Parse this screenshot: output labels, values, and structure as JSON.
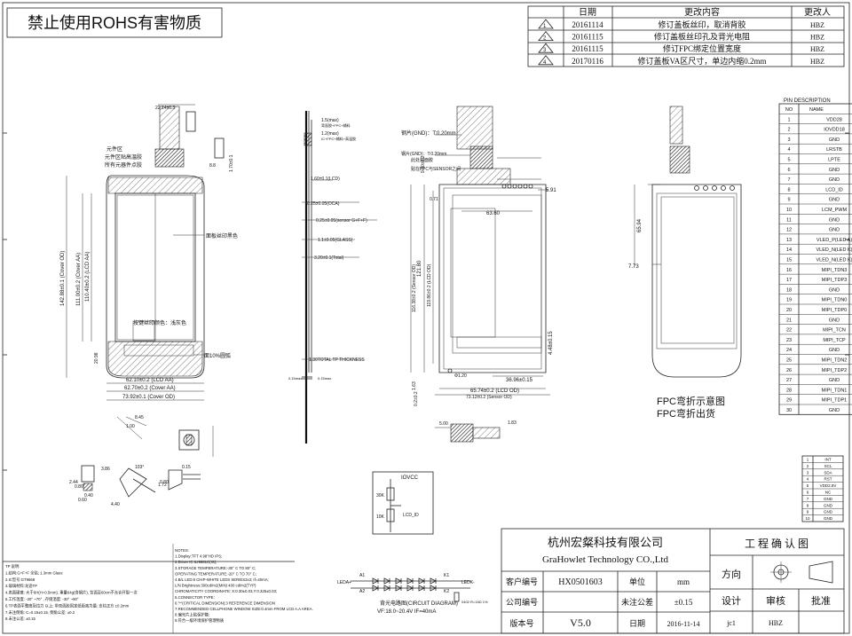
{
  "banner": "禁止使用ROHS有害物质",
  "revision": {
    "headers": [
      "日期",
      "更改内容",
      "更改人"
    ],
    "rows": [
      {
        "no": "1",
        "date": "20161114",
        "content": "修订盖板丝印，取消背胶",
        "by": "HBZ"
      },
      {
        "no": "2",
        "date": "20161115",
        "content": "修订盖板丝印孔及背光电阻",
        "by": "HBZ"
      },
      {
        "no": "3",
        "date": "20161115",
        "content": "修订FPC绑定位置宽度",
        "by": "HBZ"
      },
      {
        "no": "4",
        "date": "20170116",
        "content": "修订盖板VA区尺寸，单边内缩0.2mm",
        "by": "HBZ"
      }
    ]
  },
  "pin_table": {
    "title": "PIN DESCRIPTION",
    "headers": [
      "NO",
      "NAME"
    ],
    "rows": [
      [
        "1",
        "VDD28"
      ],
      [
        "2",
        "IOVDD18"
      ],
      [
        "3",
        "GND"
      ],
      [
        "4",
        "LRSTB"
      ],
      [
        "5",
        "LPTE"
      ],
      [
        "6",
        "GND"
      ],
      [
        "7",
        "GND"
      ],
      [
        "8",
        "LCD_ID"
      ],
      [
        "9",
        "GND"
      ],
      [
        "10",
        "LCM_PWM"
      ],
      [
        "11",
        "GND"
      ],
      [
        "12",
        "GND"
      ],
      [
        "13",
        "VLED_P(LED A)"
      ],
      [
        "14",
        "VLED_N(LED K)"
      ],
      [
        "15",
        "VLED_N(LED K)"
      ],
      [
        "16",
        "MIPI_TDN3"
      ],
      [
        "17",
        "MIPI_TDP3"
      ],
      [
        "18",
        "GND"
      ],
      [
        "19",
        "MIPI_TDN0"
      ],
      [
        "20",
        "MIPI_TDP0"
      ],
      [
        "21",
        "GND"
      ],
      [
        "22",
        "MIPI_TCN"
      ],
      [
        "23",
        "MIPI_TCP"
      ],
      [
        "24",
        "GND"
      ],
      [
        "25",
        "MIPI_TDN2"
      ],
      [
        "26",
        "MIPI_TDP2"
      ],
      [
        "27",
        "GND"
      ],
      [
        "28",
        "MIPI_TDN1"
      ],
      [
        "29",
        "MIPI_TDP1"
      ],
      [
        "30",
        "GND"
      ]
    ]
  },
  "tp_table": {
    "rows": [
      [
        "1",
        "INT"
      ],
      [
        "2",
        "SCL"
      ],
      [
        "3",
        "SDA"
      ],
      [
        "4",
        "RST"
      ],
      [
        "5",
        "VDD2.8V"
      ],
      [
        "6",
        "NC"
      ],
      [
        "7",
        "GND"
      ],
      [
        "8",
        "GND"
      ],
      [
        "9",
        "GND"
      ],
      [
        "10",
        "GND"
      ]
    ]
  },
  "front_view": {
    "dims": [
      "22.14±0.3",
      "62.10±0.2 (LCD AA)",
      "62.70±0.2 (Cover AA)",
      "73.92±0.1 (Cover OD)",
      "142.88±0.1 (Cover OD)",
      "111.00±0.2 (Cover AA)",
      "110.40±0.2 (LCD AA)",
      "20.98",
      "8.8",
      "1.70±0.1"
    ],
    "notes": [
      "元件区",
      "元件区贴高温胶",
      "所有元器件点胶",
      "面板丝印黑色",
      "按键丝印颜色：浅灰色",
      "面10%圆弧",
      "8.45",
      "1.00"
    ]
  },
  "side_view": {
    "labels": [
      "1.5(max)",
      "背面胶+FPC+辅料",
      "1.2(max)",
      "IC+FPC+辅料+高温胶",
      "1.60±0.1(LCD)",
      "0.25±0.05(OCA)",
      "0.25±0.05(sensor G+F+F)",
      "1.1±0.05(GLASS)",
      "3.20±0.1(Total)",
      "1.30TOTAL TP THICKNESS",
      "0.15max",
      "0.15max"
    ]
  },
  "back_view": {
    "labels": [
      "钢片(GND)：T:0.20mm",
      "钢片(GND)：T:0.20mm",
      "此处双面胶",
      "贴在FPC与SENSOR之间",
      "9.30±0.2",
      "5.91",
      "63.60",
      "0.71",
      "121.80",
      "119.86±0.2 (LCD OD)",
      "116.38±0.2 (Sensor OD)",
      "1.63",
      "5.00",
      "4.48±0.15",
      "36.96±0.15",
      "65.74±0.2 (LCD OD)",
      "73.12±0.2 (Sensor OD)",
      "Φ1.20",
      "0.2±0.2",
      "1.83"
    ]
  },
  "fpc_view": {
    "labels": [
      "65.94",
      "7.73"
    ],
    "caption1": "FPC弯折示意图",
    "caption2": "FPC弯折出货"
  },
  "detail_dims": [
    "3.86",
    "0.40",
    "2.44",
    "0.80",
    "0.60",
    "103°",
    "0.80",
    "4.40",
    "1.72",
    "0.15"
  ],
  "circuit": {
    "iovcc": "IOVCC",
    "r1": "30K",
    "r2": "10K",
    "lcd_id": "LCD_ID",
    "leda": "LEDA+",
    "ledk": "LEDK-",
    "nodes": [
      "A1",
      "A2",
      "K1",
      "K2"
    ],
    "caption": "背光电路图(CIRCUIT DIAGRAM)",
    "spec": "VF:18.0~20.4V  IF=40mA",
    "resistor": "0402 R=15Ω 1%"
  },
  "tech_notes": {
    "lines": [
      "NOTES:",
      "1.Display:TFT 4.98\"HD IPS;",
      "2.Driver IC:ILI9881C(IS);",
      "3.STORAGE TEMPERATURE:-30° C TO 80° C;",
      "  OPERATING TEMPERATURE:-20° C TO 70° C;",
      "4.B/L LED:6 CHIP-WHITE LEDS SERIES2x3; If=40mA;",
      "  L/N Brightness:300cd/m2(MIN) 400 cd/m2(TYP)",
      "  CHROMATICITY COORDINATE: X:0.30±0.03,Y:0.325±0.03;",
      "5.CONNECTOR TYPE：",
      "6.\"*\"(CRITICAL DIMENSION):3 REFERENCE DIMENSION",
      "7.RECOMMENDED CELLPHONE WINDOW SIZE:0.4mm FROM LCD A.A AREA.",
      "8.偏光片上贴保护膜;",
      "9.符合一级环境保护管理物质"
    ]
  },
  "tp_notes": {
    "lines": [
      "TP 说明:",
      "1.结构:G+F+F 全贴; 1.3mm Glass",
      "2.IC型号:GT9668",
      "3.玻璃材料:龙迹TP",
      "4.表面硬度: 大于6H(H=0.5mm), 重量64g(含钢片), 背面至60cm不允许开裂一次",
      "5.工作温度: -20° ~70° , 存储温度: -30° ~80°",
      "6.TP表面平整度及拉力 以上; 带双面胶固定纸距离为最;  支柱正方 ±0.2mm",
      "7.未注倒角: C=0.15±0.15, 倒角公差: ±0.2",
      "8.未注公差: ±0.15"
    ]
  },
  "title_block": {
    "company_cn": "杭州宏粲科技有限公司",
    "company_en": "GraHowlet Technology CO.,Ltd",
    "confirm": "工 程 确 认 图",
    "customer_no_label": "客户编号",
    "customer_no": "HX0501603",
    "unit_label": "单位",
    "unit": "mm",
    "company_no_label": "公司编号",
    "tolerance_label": "未注公差",
    "tolerance": "±0.15",
    "direction_label": "方向",
    "version_label": "版本号",
    "version": "V5.0",
    "date_label": "日期",
    "date": "2016-11-14",
    "designer_label": "设计",
    "designer": "jc1",
    "check_label": "审核",
    "checker": "HBZ",
    "approve_label": "批准"
  }
}
